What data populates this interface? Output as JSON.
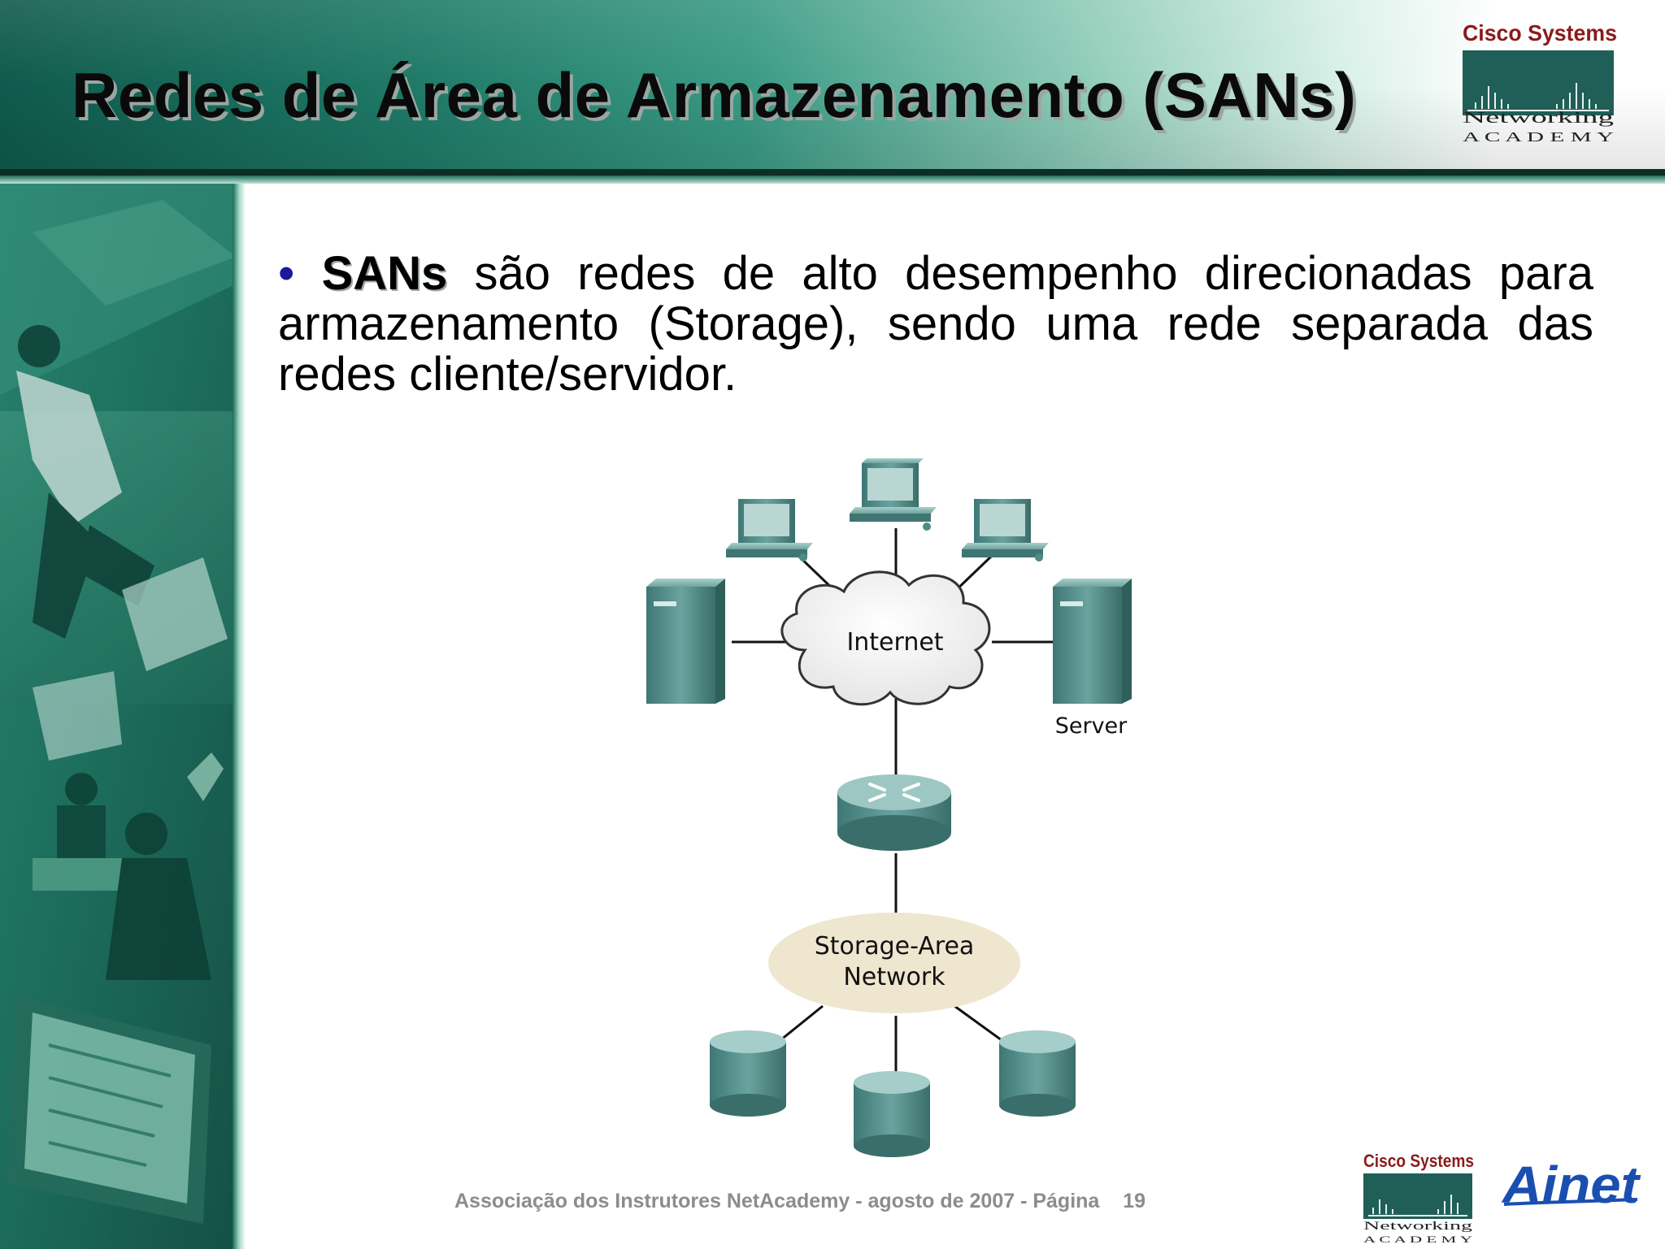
{
  "slide": {
    "title": "Redes de Área de Armazenamento (SANs)",
    "bullet": {
      "marker": "•",
      "term": "SANs",
      "text": " são redes de alto desempenho direcionadas para armazenamento (Storage), sendo uma rede separada das redes cliente/servidor."
    },
    "diagram": {
      "cloud_label": "Internet",
      "server_label": "Server",
      "san_label_line1": "Storage-Area",
      "san_label_line2": "Network"
    },
    "footer": {
      "text": "Associação  dos  Instrutores  NetAcademy  -  agosto de 2007  -  Página",
      "page": "19"
    },
    "logos": {
      "cisco_title": "Cisco Systems",
      "cisco_line1": "Networking",
      "cisco_line2": "A C A D E M Y",
      "ainet": "Ainet"
    }
  },
  "colors": {
    "header_dark": "#0f5a4c",
    "header_light": "#d6efe6",
    "cisco_red": "#8b1a1a",
    "device_teal": "#4e8a86",
    "san_ellipse": "#efe6cf",
    "ainet_blue": "#1a4fb0"
  }
}
